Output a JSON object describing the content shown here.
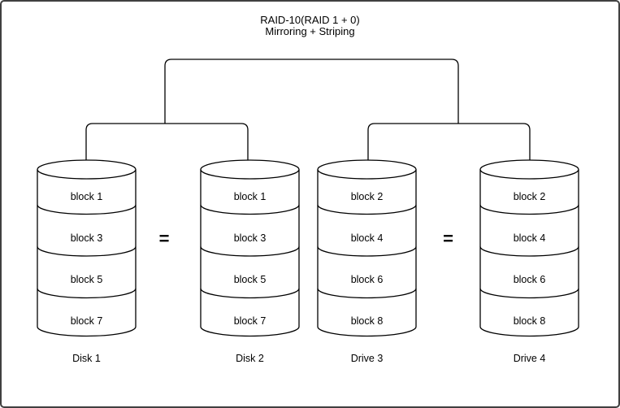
{
  "title": {
    "line1": "RAID-10(RAID 1 + 0)",
    "line2": "Mirroring + Striping"
  },
  "disks": [
    {
      "label": "Disk 1",
      "blocks": [
        "block 1",
        "block 3",
        "block 5",
        "block 7"
      ]
    },
    {
      "label": "Disk 2",
      "blocks": [
        "block 1",
        "block 3",
        "block 5",
        "block 7"
      ]
    },
    {
      "label": "Drive 3",
      "blocks": [
        "block 2",
        "block 4",
        "block 6",
        "block 8"
      ]
    },
    {
      "label": "Drive 4",
      "blocks": [
        "block 2",
        "block 4",
        "block 6",
        "block 8"
      ]
    }
  ],
  "equals": [
    "=",
    "="
  ],
  "colors": {
    "line": "#000000",
    "text": "#000000",
    "border": "#404040",
    "background": "#ffffff"
  }
}
